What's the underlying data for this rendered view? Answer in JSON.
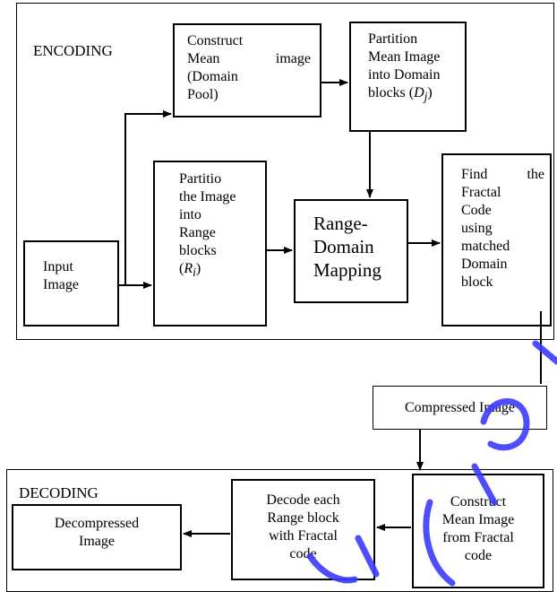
{
  "sections": {
    "encoding_label": "ENCODING",
    "decoding_label": "DECODING"
  },
  "boxes": {
    "construct_mean": {
      "lines": [
        "Construct",
        "Mean image",
        "(Domain",
        "Pool)"
      ]
    },
    "partition_mean": {
      "lines": [
        "Partition",
        "Mean Image",
        "into Domain",
        "blocks ("
      ],
      "var": "D",
      "sub": "j",
      "close": ")"
    },
    "input_image": {
      "lines": [
        "Input",
        "Image"
      ]
    },
    "partition_image": {
      "lines": [
        "Partitio",
        "the Image",
        "into",
        "Range",
        "blocks",
        "("
      ],
      "var": "R",
      "sub": "i",
      "close": ")"
    },
    "range_domain": {
      "lines": [
        "Range-",
        "Domain",
        "Mapping"
      ]
    },
    "find_code": {
      "lines": [
        "Find the",
        "Fractal",
        "Code",
        "using",
        "matched",
        "Domain",
        "block"
      ]
    },
    "compressed": {
      "label": "Compressed Image"
    },
    "construct_decode": {
      "lines": [
        "Construct",
        "Mean Image",
        "from Fractal",
        "code"
      ]
    },
    "decode_each": {
      "lines": [
        "Decode each",
        "Range block",
        "with Fractal",
        "code"
      ]
    },
    "decompressed": {
      "lines": [
        "Decompressed",
        "Image"
      ]
    }
  },
  "colors": {
    "line": "#000000",
    "watermark": "#3b3bff"
  }
}
